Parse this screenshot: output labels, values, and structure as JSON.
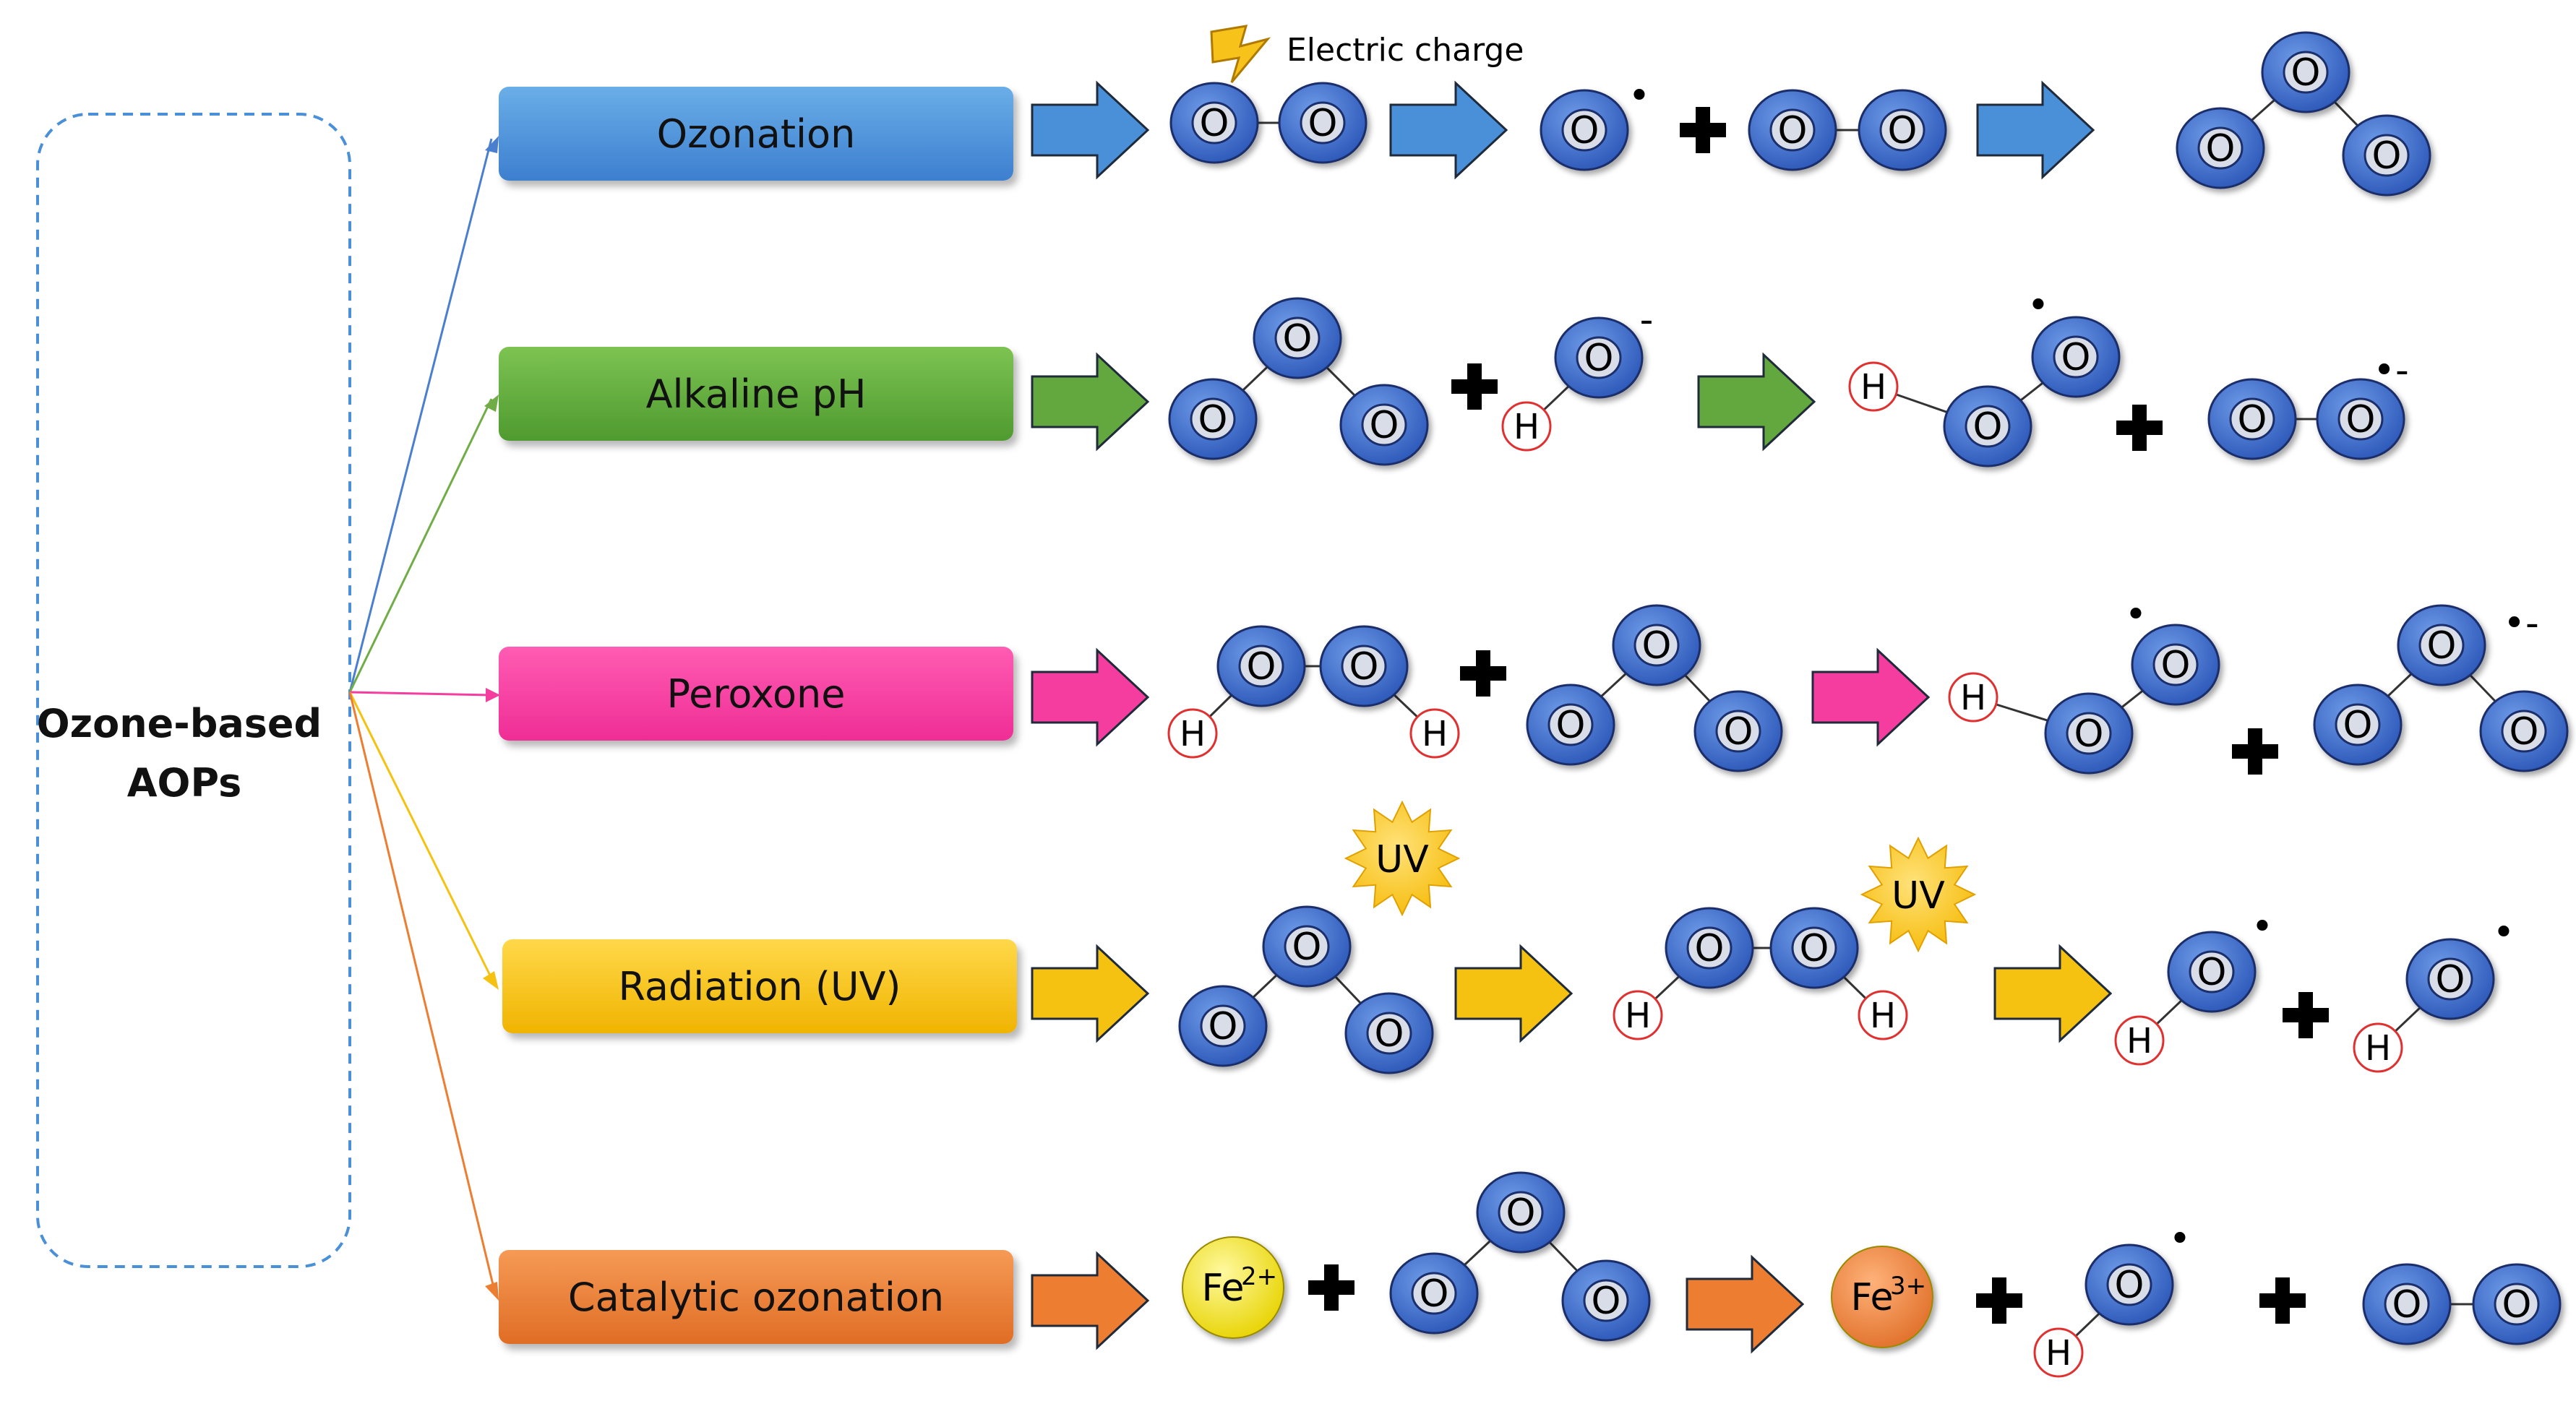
{
  "root": {
    "line1": "Ozone-based",
    "line2": "AOPs"
  },
  "methods": [
    {
      "label": "Ozonation",
      "color": "#4a90d9"
    },
    {
      "label": "Alkaline pH",
      "color": "#62a83e"
    },
    {
      "label": "Peroxone",
      "color": "#f53da0"
    },
    {
      "label": "Radiation (UV)",
      "color": "#f5c211"
    },
    {
      "label": "Catalytic ozonation",
      "color": "#ed7d31"
    }
  ],
  "atoms": {
    "oxygen": "O",
    "hydrogen": "H"
  },
  "energy_labels": {
    "electric": "Electric charge",
    "uv": "UV"
  },
  "ions": {
    "fe2_base": "Fe",
    "fe2_sup": "2+",
    "fe3_base": "Fe",
    "fe3_sup": "3+"
  },
  "charges": {
    "radical": "•",
    "minus": "-",
    "radical_minus": "•-"
  },
  "icons": {
    "reaction_arrow": "block-arrow-icon",
    "plus": "plus-icon",
    "lightning": "lightning-icon",
    "uv": "sun-icon"
  }
}
